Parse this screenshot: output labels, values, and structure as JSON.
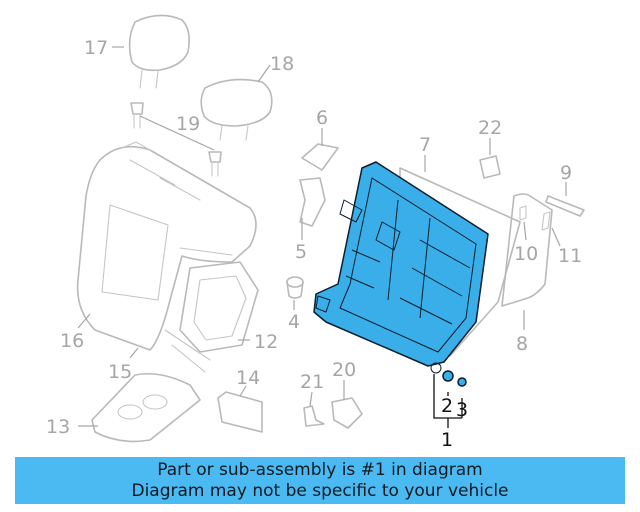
{
  "callouts": {
    "n1": "1",
    "n2": "2",
    "n3": "3",
    "n4": "4",
    "n5": "5",
    "n6": "6",
    "n7": "7",
    "n8": "8",
    "n9": "9",
    "n10": "10",
    "n11": "11",
    "n12": "12",
    "n13": "13",
    "n14": "14",
    "n15": "15",
    "n16": "16",
    "n17": "17",
    "n18": "18",
    "n19": "19",
    "n20": "20",
    "n21": "21",
    "n22": "22"
  },
  "highlight_color": "#3aaee8",
  "banner": {
    "background": "#4bbaf3",
    "line1": "Part or sub-assembly is #1 in diagram",
    "line2": "Diagram may not be specific to your vehicle"
  }
}
